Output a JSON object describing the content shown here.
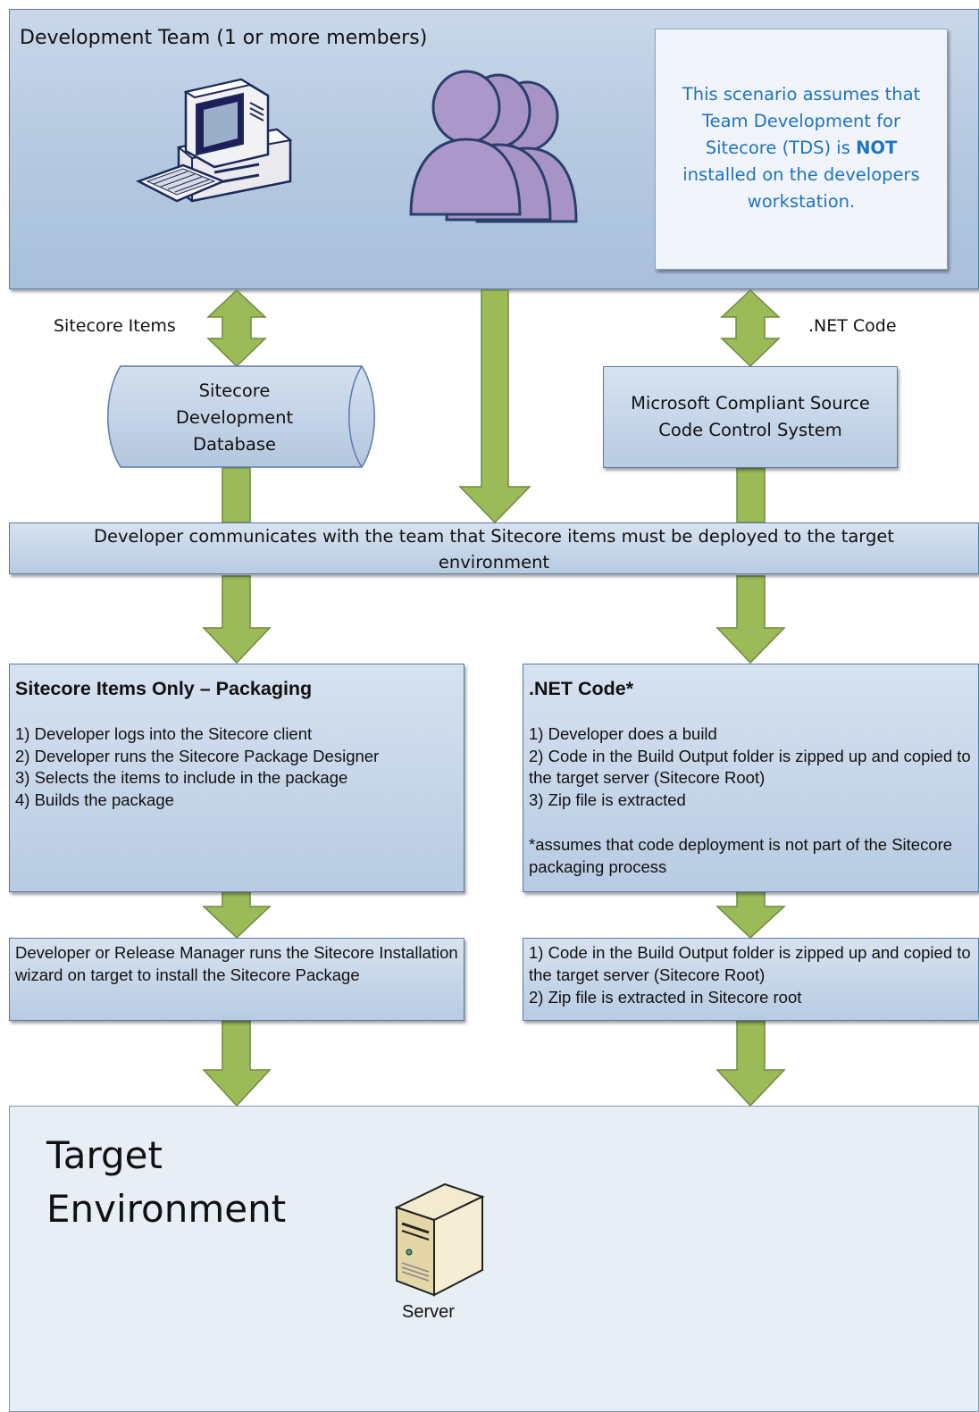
{
  "team": {
    "title": "Development Team (1 or more members)",
    "note": {
      "line1": "This scenario assumes that",
      "line2": "Team Development for",
      "line3_pre": "Sitecore (TDS) is ",
      "line3_bold": "NOT",
      "line4": "installed on the developers",
      "line5": "workstation."
    }
  },
  "labels": {
    "sitecore_items": "Sitecore Items",
    "net_code": ".NET Code"
  },
  "database": {
    "line1": "Sitecore",
    "line2": "Development",
    "line3": "Database"
  },
  "source_control": {
    "line1": "Microsoft Compliant Source",
    "line2": "Code Control System"
  },
  "banner": {
    "line1": "Developer communicates with the team that Sitecore items must be deployed to the target",
    "line2": "environment"
  },
  "packaging": {
    "title": "Sitecore Items Only – Packaging",
    "steps": [
      "1) Developer logs into the Sitecore client",
      "2) Developer runs the Sitecore Package Designer",
      "3) Selects the items to include in the package",
      "4) Builds the package"
    ]
  },
  "net_code_box": {
    "title": ".NET Code*",
    "steps": [
      "1) Developer does a build",
      "2) Code in the Build Output folder is zipped up and copied to the target server (Sitecore Root)",
      "3) Zip file is extracted"
    ],
    "footnote": "*assumes that code deployment is not part of the Sitecore packaging process"
  },
  "install_box": {
    "text": "Developer or Release Manager runs the Sitecore Installation wizard on target to install the Sitecore Package"
  },
  "deploy_box": {
    "steps": [
      "1) Code in the Build Output folder is zipped up and copied to the target server (Sitecore Root)",
      "2) Zip file is extracted in Sitecore root"
    ]
  },
  "target": {
    "title_line1": "Target",
    "title_line2": "Environment",
    "server_label": "Server"
  },
  "colors": {
    "arrow_fill": "#9bbb59",
    "arrow_stroke": "#71893f",
    "panel_border": "#5b7aa8",
    "note_text": "#1f73bd",
    "people_fill": "#a894c4"
  },
  "icons": {
    "computer": "desktop-computer-icon",
    "people": "user-group-icon",
    "server": "server-tower-icon"
  }
}
